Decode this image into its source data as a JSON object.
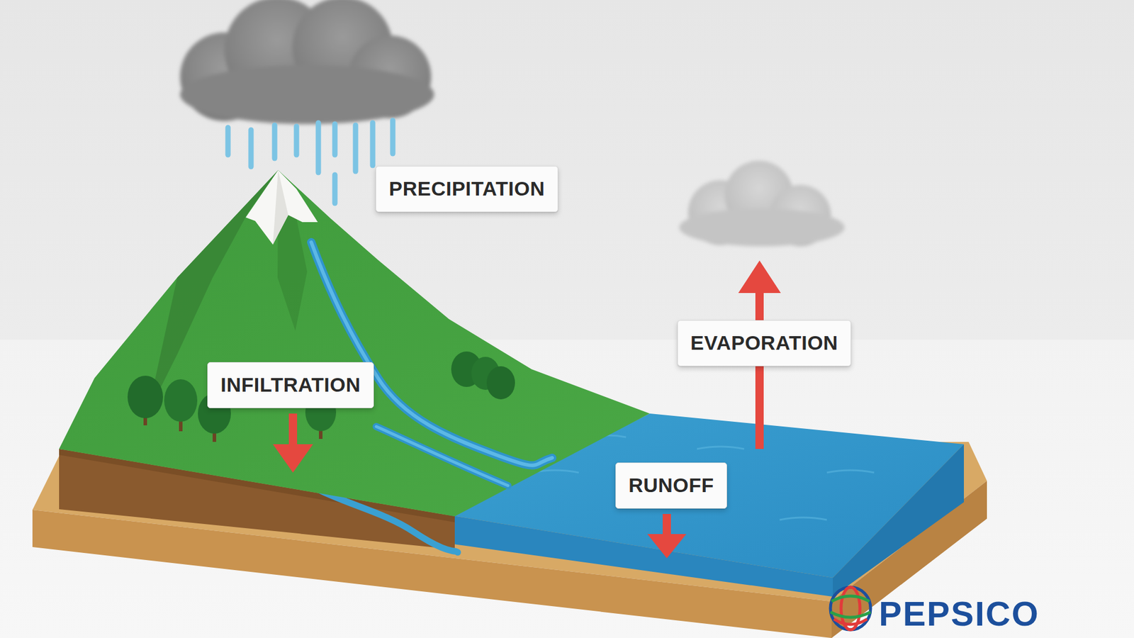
{
  "diagram": {
    "nodes": [
      {
        "text": [
          "PRECIPITATION"
        ]
      },
      {
        "text": [
          "EVAPORATION"
        ]
      },
      {
        "text": [
          "INFILTRATION"
        ]
      },
      {
        "text": [
          "RUNOFF"
        ]
      }
    ],
    "labels": [
      "PEPSICO"
    ]
  }
}
